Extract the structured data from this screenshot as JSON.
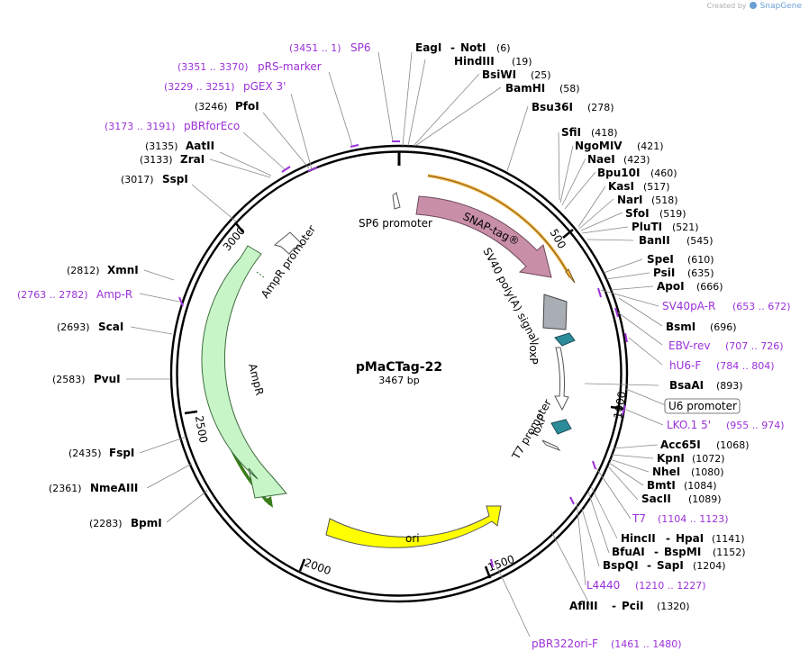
{
  "credit": {
    "prefix": "Created by",
    "brand": "SnapGene"
  },
  "plasmid": {
    "name": "pMaCTag-22",
    "length": "3467 bp"
  },
  "ticks": [
    "500",
    "1000",
    "1500",
    "2000",
    "2500",
    "3000"
  ],
  "features": {
    "sp6_promoter": "SP6 promoter",
    "snap_tag": "SNAP-tag®",
    "sv40": "SV40 poly(A) signal",
    "loxp1": "loxP",
    "loxp2": "loxP",
    "t7_promoter": "T7 promoter",
    "ampr_promoter": "AmpR promoter",
    "ampr": "AmpR",
    "ori": "ori"
  },
  "labels": {
    "sp6": {
      "name": "SP6",
      "pos": "(3451 .. 1)"
    },
    "prs_marker": {
      "name": "pRS-marker",
      "pos": "(3351 .. 3370)"
    },
    "pgex3": {
      "name": "pGEX 3'",
      "pos": "(3229 .. 3251)"
    },
    "pfoi": {
      "name": "PfoI",
      "pos": "(3246)"
    },
    "pbrforeco": {
      "name": "pBRforEco",
      "pos": "(3173 .. 3191)"
    },
    "aatii": {
      "name": "AatII",
      "pos": "(3135)"
    },
    "zrai": {
      "name": "ZraI",
      "pos": "(3133)"
    },
    "sspi": {
      "name": "SspI",
      "pos": "(3017)"
    },
    "xmni": {
      "name": "XmnI",
      "pos": "(2812)"
    },
    "ampr_primer": {
      "name": "Amp-R",
      "pos": "(2763 .. 2782)"
    },
    "scai": {
      "name": "ScaI",
      "pos": "(2693)"
    },
    "pvui": {
      "name": "PvuI",
      "pos": "(2583)"
    },
    "fspi": {
      "name": "FspI",
      "pos": "(2435)"
    },
    "nmeaiii": {
      "name": "NmeAIII",
      "pos": "(2361)"
    },
    "bpmi": {
      "name": "BpmI",
      "pos": "(2283)"
    },
    "eagi": {
      "name": "EagI",
      "sep": "-",
      "name2": "NotI",
      "pos": "(6)"
    },
    "hindiii": {
      "name": "HindIII",
      "pos": "(19)"
    },
    "bsiwi": {
      "name": "BsiWI",
      "pos": "(25)"
    },
    "bamhi": {
      "name": "BamHI",
      "pos": "(58)"
    },
    "bsu36i": {
      "name": "Bsu36I",
      "pos": "(278)"
    },
    "sfii": {
      "name": "SfiI",
      "pos": "(418)"
    },
    "ngomiv": {
      "name": "NgoMIV",
      "pos": "(421)"
    },
    "naei": {
      "name": "NaeI",
      "pos": "(423)"
    },
    "bpu10i": {
      "name": "Bpu10I",
      "pos": "(460)"
    },
    "kasi": {
      "name": "KasI",
      "pos": "(517)"
    },
    "nari": {
      "name": "NarI",
      "pos": "(518)"
    },
    "sfoi": {
      "name": "SfoI",
      "pos": "(519)"
    },
    "pluti": {
      "name": "PluTI",
      "pos": "(521)"
    },
    "banii": {
      "name": "BanII",
      "pos": "(545)"
    },
    "spei": {
      "name": "SpeI",
      "pos": "(610)"
    },
    "psii": {
      "name": "PsiI",
      "pos": "(635)"
    },
    "apoi": {
      "name": "ApoI",
      "pos": "(666)"
    },
    "sv40pa_r": {
      "name": "SV40pA-R",
      "pos": "(653 .. 672)"
    },
    "bsmi": {
      "name": "BsmI",
      "pos": "(696)"
    },
    "ebv_rev": {
      "name": "EBV-rev",
      "pos": "(707 .. 726)"
    },
    "hu6_f": {
      "name": "hU6-F",
      "pos": "(784 .. 804)"
    },
    "bsaai": {
      "name": "BsaAI",
      "pos": "(893)"
    },
    "u6_promoter": {
      "name": "U6 promoter"
    },
    "lko1": {
      "name": "LKO.1 5'",
      "pos": "(955 .. 974)"
    },
    "acc65i": {
      "name": "Acc65I",
      "pos": "(1068)"
    },
    "kpni": {
      "name": "KpnI",
      "pos": "(1072)"
    },
    "nhei": {
      "name": "NheI",
      "pos": "(1080)"
    },
    "bmti": {
      "name": "BmtI",
      "pos": "(1084)"
    },
    "sacii": {
      "name": "SacII",
      "pos": "(1089)"
    },
    "t7": {
      "name": "T7",
      "pos": "(1104 .. 1123)"
    },
    "hincii": {
      "name": "HincII",
      "sep": "-",
      "name2": "HpaI",
      "pos": "(1141)"
    },
    "bfuai": {
      "name": "BfuAI",
      "sep": "-",
      "name2": "BspMI",
      "pos": "(1152)"
    },
    "bspqi": {
      "name": "BspQI",
      "sep": "-",
      "name2": "SapI",
      "pos": "(1204)"
    },
    "l4440": {
      "name": "L4440",
      "pos": "(1210 .. 1227)"
    },
    "afliii": {
      "name": "AflIII",
      "sep": "-",
      "name2": "PciI",
      "pos": "(1320)"
    },
    "pbr322ori_f": {
      "name": "pBR322ori-F",
      "pos": "(1461 .. 1480)"
    }
  },
  "colors": {
    "enzyme": "#000000",
    "primer": "#9b30d9",
    "snap_tag": "#c98fa8",
    "sv40": "#a9aeb5",
    "loxp": "#2d8c9a",
    "ampr": "#c8f5c8",
    "ori": "#ffff00",
    "orf_arc": "#f5b443",
    "ampr_orf_arc": "#3a7d1a"
  }
}
